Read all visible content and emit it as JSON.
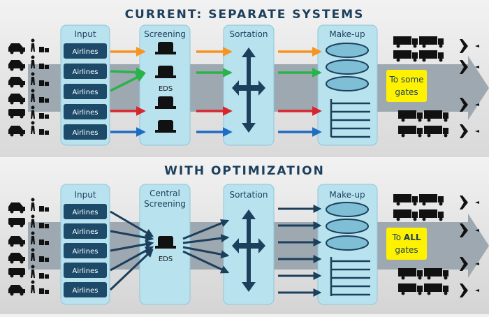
{
  "top": {
    "title": "CURRENT: SEPARATE SYSTEMS",
    "input_header": "Input",
    "screening_header": "Screening",
    "sortation_header": "Sortation",
    "makeup_header": "Make-up",
    "airlines": [
      "Airlines",
      "Airlines",
      "Airlines",
      "Airlines",
      "Airlines"
    ],
    "eds_label": "EDS",
    "gates_line1": "To some",
    "gates_line2": "gates"
  },
  "bottom": {
    "title": "WITH OPTIMIZATION",
    "input_header": "Input",
    "screening_header_line1": "Central",
    "screening_header_line2": "Screening",
    "sortation_header": "Sortation",
    "makeup_header": "Make-up",
    "airlines": [
      "Airlines",
      "Airlines",
      "Airlines",
      "Airlines",
      "Airlines"
    ],
    "eds_label": "EDS",
    "gates_line1_prefix": "To ",
    "gates_line1_emph": "ALL",
    "gates_line2": "gates"
  },
  "colors": {
    "title": "#1c3f5c",
    "panel": "#b9e2ef",
    "panel_border": "#8fc6da",
    "airline_box": "#1c4a68",
    "dark": "#1c3f5c",
    "band": "#9ea8b0",
    "gate_box": "#fff200",
    "arrow_orange": "#f7931e",
    "arrow_green": "#2ab34b",
    "arrow_red": "#d7262e",
    "arrow_blue": "#1f6cc4",
    "arrow_navy": "#1c3f5c"
  }
}
